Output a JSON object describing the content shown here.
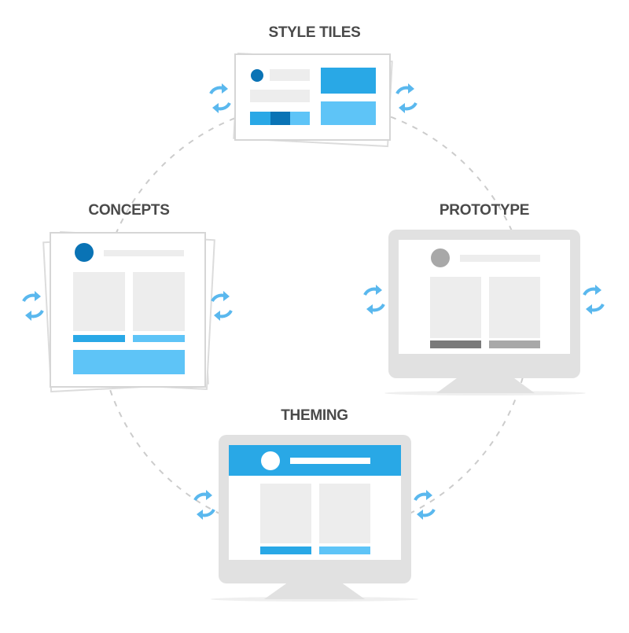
{
  "labels": {
    "style_tiles": "STYLE TILES",
    "concepts": "CONCEPTS",
    "prototype": "PROTOTYPE",
    "theming": "THEMING"
  },
  "colors": {
    "accent_blue": "#29a8e6",
    "light_blue": "#5ec4f7",
    "dark_blue": "#0a73b5",
    "block_gray": "#ededed",
    "dark_gray": "#7a7a7a",
    "mid_gray": "#a8a8a8",
    "monitor_gray": "#e1e1e1",
    "arrow_blue": "#5ab8ee",
    "dash_gray": "#cccccc",
    "label_text": "#4a4a4a"
  },
  "icons": [
    "circular-arrows-icon"
  ]
}
